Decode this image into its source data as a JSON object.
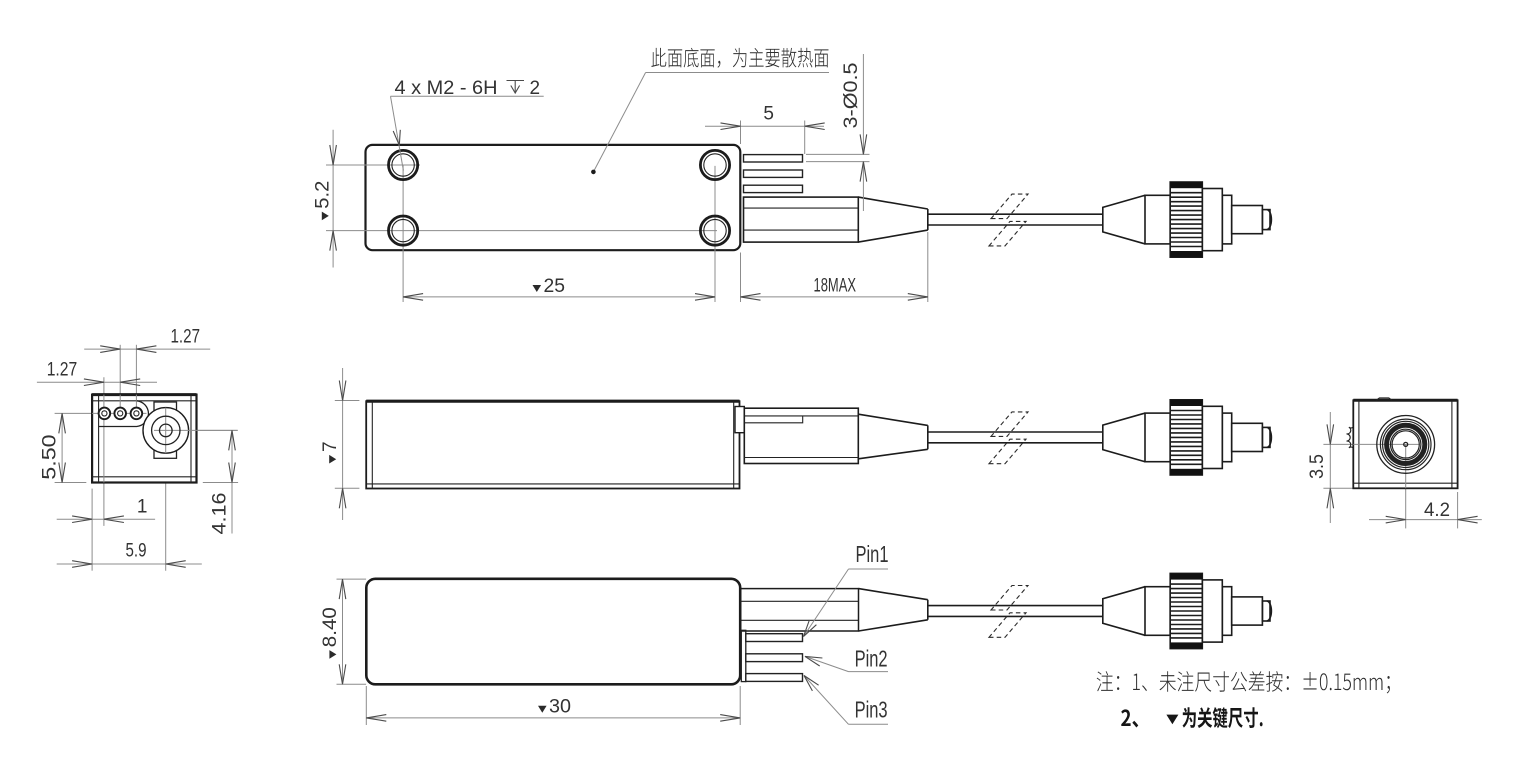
{
  "drawing": {
    "kind": "mechanical engineering drawing",
    "subject": "fiber-coupled optical module with pigtail and FC connector",
    "units": "mm",
    "background_color": "#ffffff",
    "object_line_color": "#1c1c1c",
    "dimension_line_color": "#4a4a4a"
  },
  "labels": {
    "thread": {
      "prefix": "4 x M2 - 6H",
      "depth_symbol": "thread-depth",
      "depth": "2"
    },
    "heatsink_note": "此面底面，为主要散热面"
  },
  "dims": {
    "d5_2": {
      "value": "5.2",
      "critical": true
    },
    "d25": {
      "value": "25",
      "critical": true
    },
    "d18max": {
      "value": "18MAX",
      "critical": false
    },
    "d5": {
      "value": "5",
      "critical": false
    },
    "d3x05": {
      "value": "3-Ø0.5",
      "critical": false
    },
    "d127a": {
      "value": "1.27",
      "critical": false
    },
    "d127b": {
      "value": "1.27",
      "critical": false
    },
    "d550": {
      "value": "5.50",
      "critical": false
    },
    "d1": {
      "value": "1",
      "critical": false
    },
    "d59": {
      "value": "5.9",
      "critical": false
    },
    "d416": {
      "value": "4.16",
      "critical": false
    },
    "d7": {
      "value": "7",
      "critical": true
    },
    "d840": {
      "value": "8.40",
      "critical": true
    },
    "d30": {
      "value": "30",
      "critical": true
    },
    "d35": {
      "value": "3.5",
      "critical": false
    },
    "d42": {
      "value": "4.2",
      "critical": false
    }
  },
  "pins": {
    "pin1": {
      "label": "Pin1"
    },
    "pin2": {
      "label": "Pin2"
    },
    "pin3": {
      "label": "Pin3"
    }
  },
  "notes": {
    "heading": "注：",
    "line1": "注：1、未注尺寸公差按：±0.15mm；",
    "line2": "2、▼为关键尺寸."
  }
}
